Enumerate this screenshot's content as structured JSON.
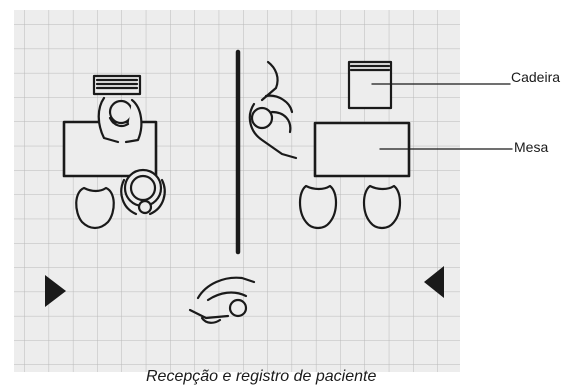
{
  "labels": {
    "cadeira": "Cadeira",
    "mesa": "Mesa"
  },
  "caption": "Recepção e registro de paciente",
  "colors": {
    "ink": "#1a1a1a",
    "grid": "#b9b9b9",
    "paper": "#ededed"
  },
  "icons": [
    "chair-icon",
    "desk-icon",
    "person-icon",
    "armchair-icon",
    "arrow-left-icon",
    "arrow-right-icon",
    "partition-wall"
  ]
}
